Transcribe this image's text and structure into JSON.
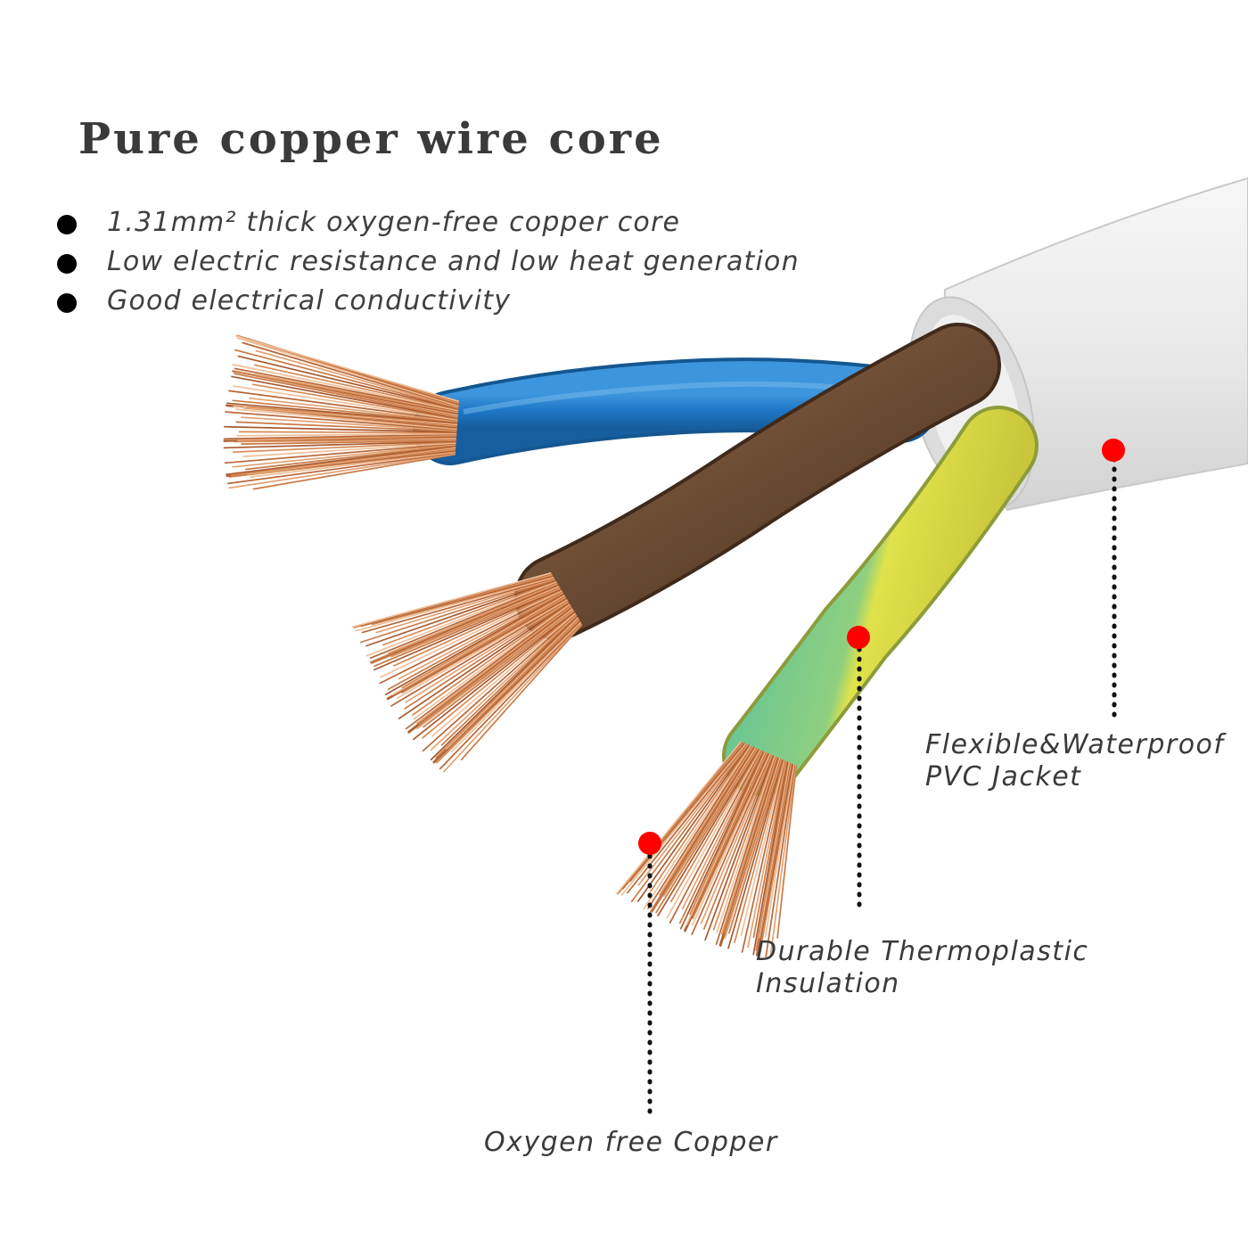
{
  "heading": "Pure copper wire core",
  "features": [
    "1.31mm² thick oxygen-free copper core",
    "Low electric resistance and low heat generation",
    "Good electrical conductivity"
  ],
  "callouts": {
    "jacket": {
      "line1": "Flexible&Waterproof",
      "line2": "PVC Jacket"
    },
    "insulation": {
      "line1": "Durable Thermoplastic",
      "line2": "Insulation"
    },
    "copper": {
      "line1": "Oxygen free Copper"
    }
  },
  "colors": {
    "jacket": "#e9e9e9",
    "blue_wire": "#1f78c8",
    "brown_wire": "#6a4a32",
    "earth_green": "#59c29a",
    "earth_yellow": "#dfe24a",
    "copper": "#d68a54",
    "marker": "#ff0000"
  }
}
